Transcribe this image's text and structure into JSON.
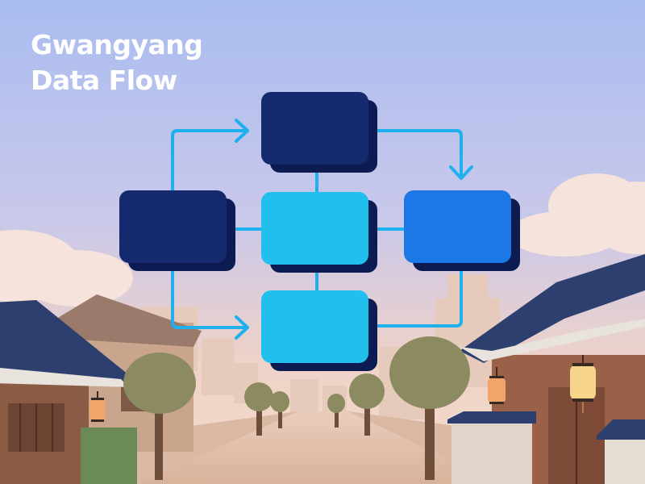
{
  "title": {
    "line1": "Gwangyang",
    "line2": "Data Flow"
  },
  "colors": {
    "sky_top": "#a9bcf0",
    "sky_bottom": "#f3d6c4",
    "node_navy": "#14296e",
    "node_cyan": "#21bfee",
    "node_blue": "#1c78e6",
    "connector": "#1fb0ee",
    "roof_tile": "#2d3f6e",
    "lantern": "#f2a56a"
  },
  "diagram": {
    "nodes": [
      {
        "id": "top",
        "color": "navy"
      },
      {
        "id": "left",
        "color": "navy"
      },
      {
        "id": "center",
        "color": "cyan"
      },
      {
        "id": "right",
        "color": "blue"
      },
      {
        "id": "bottom",
        "color": "cyan"
      }
    ],
    "edges": [
      {
        "from": "left",
        "to": "top",
        "arrow": true
      },
      {
        "from": "top",
        "to": "right",
        "arrow": true
      },
      {
        "from": "left",
        "to": "bottom",
        "arrow": true
      },
      {
        "from": "right",
        "to": "bottom",
        "arrow": false
      },
      {
        "from": "top",
        "to": "center",
        "arrow": false
      },
      {
        "from": "left",
        "to": "center",
        "arrow": false
      },
      {
        "from": "center",
        "to": "right",
        "arrow": false
      },
      {
        "from": "center",
        "to": "bottom",
        "arrow": false
      }
    ]
  }
}
